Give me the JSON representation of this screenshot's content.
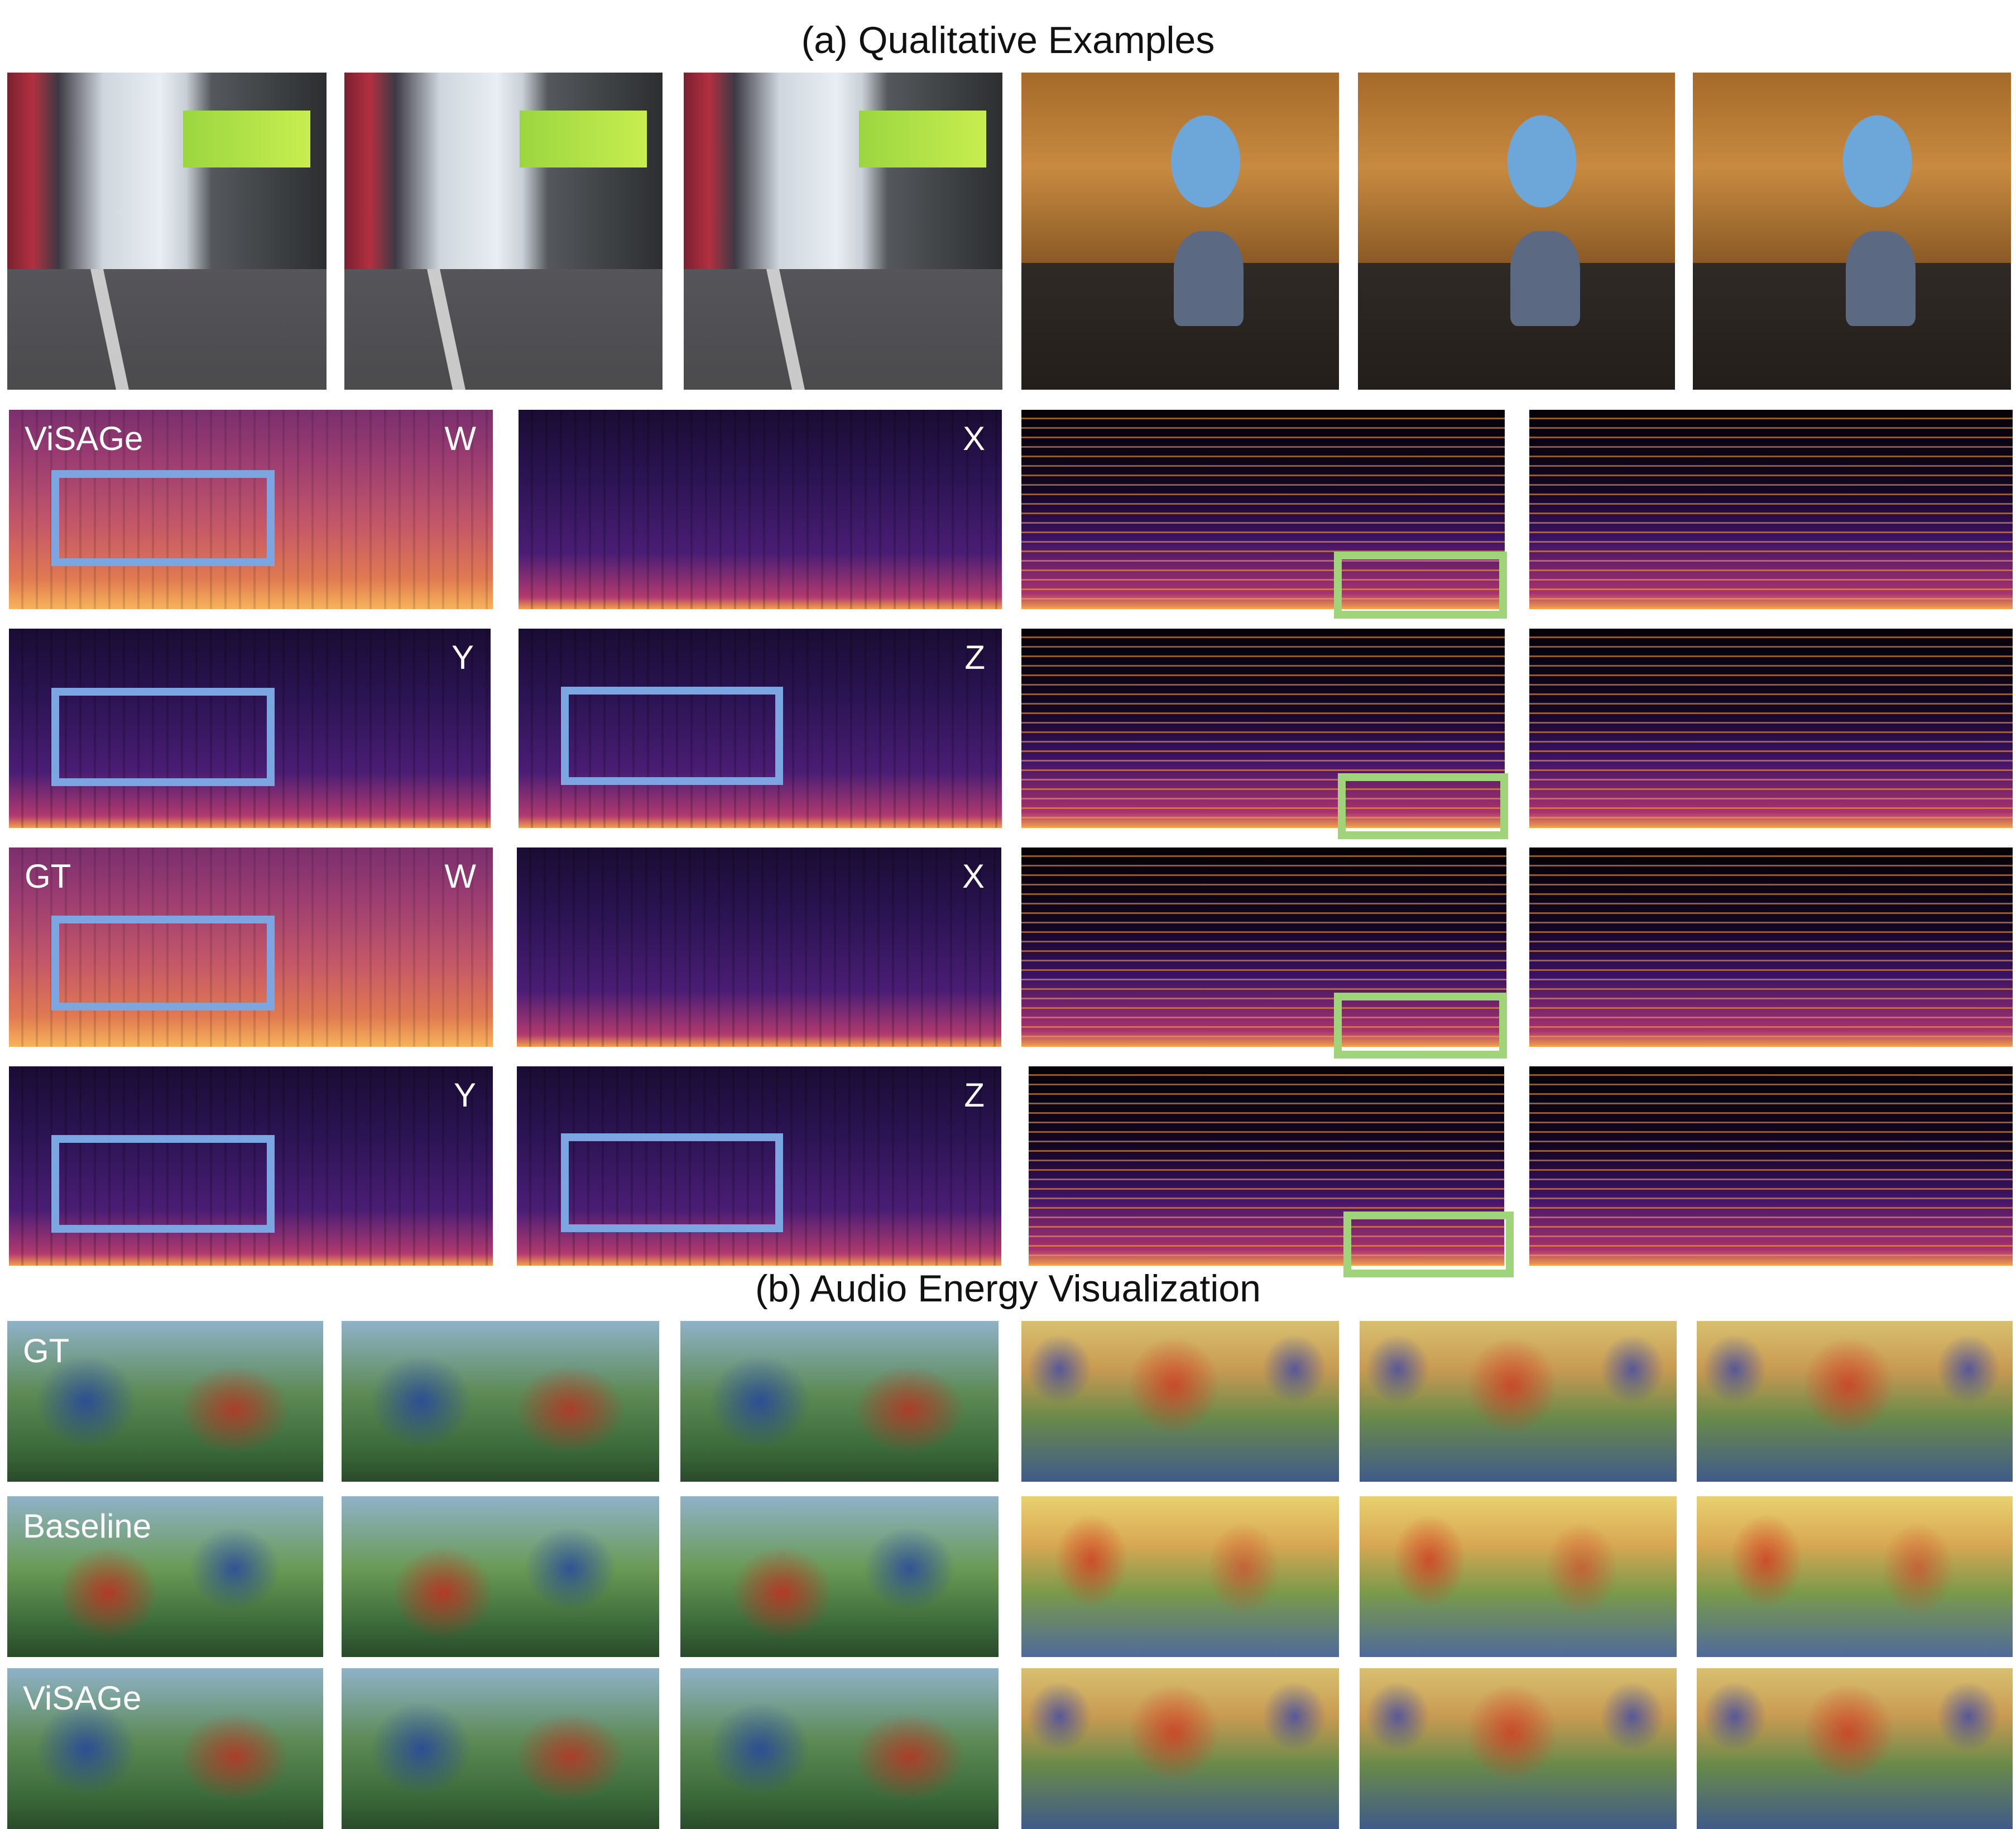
{
  "titles": {
    "a": "(a) Qualitative Examples",
    "b": "(b) Audio Energy Visualization"
  },
  "spectrograms": {
    "visage_label": "ViSAGe",
    "gt_label": "GT",
    "channels": {
      "w": "W",
      "x": "X",
      "y": "Y",
      "z": "Z"
    }
  },
  "energy": {
    "row_labels": [
      "GT",
      "Baseline",
      "ViSAGe"
    ]
  },
  "colors": {
    "blue_box": "#7ca6e2",
    "green_box": "#9fd47a"
  }
}
